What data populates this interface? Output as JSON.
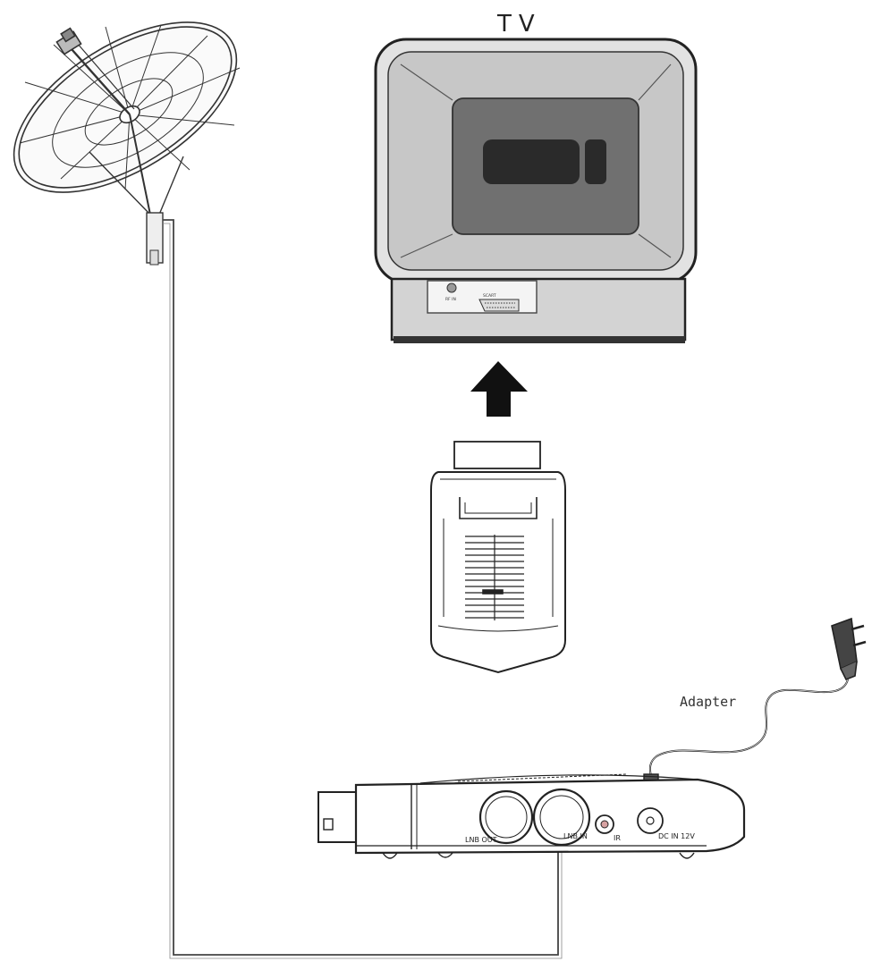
{
  "labels": {
    "tv": "TV",
    "adapter": "Adapter"
  },
  "tv_panel": {
    "left_label": "RF IN",
    "right_label": "SCART"
  },
  "receiver_ports": {
    "lnb_out": "LNB OUT",
    "lnb_in": "LNB IN",
    "ir": "IR",
    "dc_in": "DC IN 12V"
  },
  "colors": {
    "line": "#222222",
    "tv_screen": "#707070",
    "tv_bezel": "#c7c7c7",
    "tv_base": "#d3d3d3",
    "arrow": "#111111"
  }
}
